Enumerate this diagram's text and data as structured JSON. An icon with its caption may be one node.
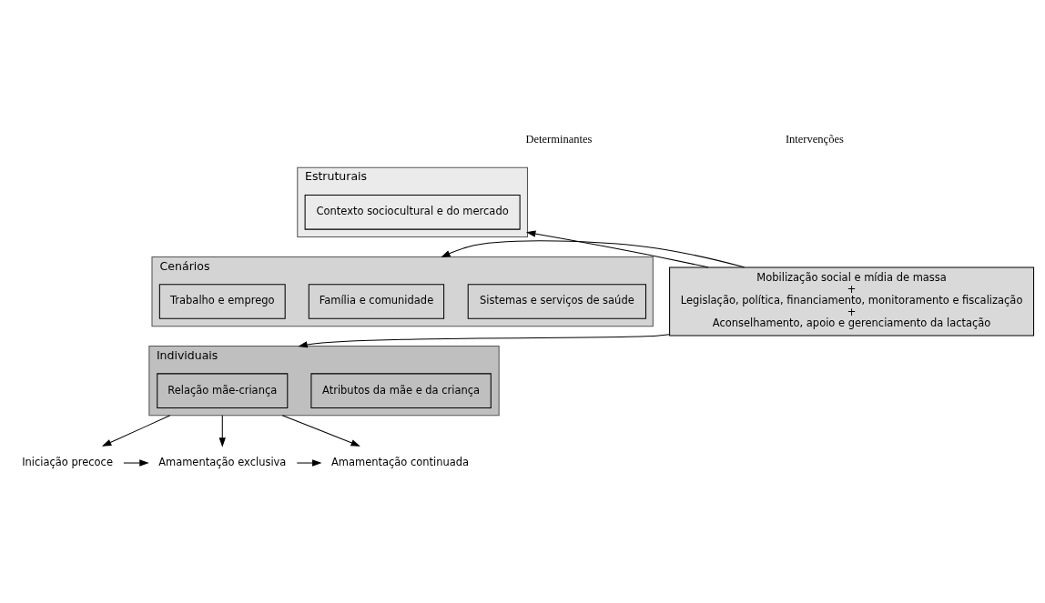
{
  "diagram": {
    "nodes": [
      {
        "text": [
          "Estruturais"
        ]
      },
      {
        "text": [
          "Contexto sociocultural e do mercado"
        ],
        "in": 0
      },
      {
        "text": [
          "Cenários"
        ]
      },
      {
        "text": [
          "Sistemas e serviços de saúde"
        ],
        "in": 2
      },
      {
        "text": [
          "Família e comunidade"
        ],
        "in": 2
      },
      {
        "text": [
          "Trabalho e emprego"
        ],
        "in": 2
      },
      {
        "text": [
          "Individuais"
        ]
      },
      {
        "text": [
          "Atributos da mãe e da criança"
        ],
        "in": 6
      },
      {
        "text": [
          "Relação mãe-criança"
        ],
        "in": 6
      },
      {
        "text": [
          "Mobilização social e mídia de massa",
          "+",
          "Legislação, política, financiamento, monitoramento e fiscalização",
          "+",
          "Aconselhamento, apoio e gerenciamento da lactação"
        ]
      },
      {
        "text": [
          "Iniciação precoce"
        ]
      },
      {
        "text": [
          "Amamentação exclusiva"
        ]
      },
      {
        "text": [
          "Amamentação continuada"
        ]
      }
    ],
    "edges": [
      {
        "from": 9,
        "to": 0,
        "arrow": "to"
      },
      {
        "from": 9,
        "to": 2,
        "arrow": "to"
      },
      {
        "from": 9,
        "to": 6,
        "arrow": "to"
      },
      {
        "from": 6,
        "to": 10,
        "arrow": "to"
      },
      {
        "from": 6,
        "to": 11,
        "arrow": "to"
      },
      {
        "from": 6,
        "to": 12,
        "arrow": "to"
      },
      {
        "from": 10,
        "to": 11,
        "arrow": "to"
      },
      {
        "from": 11,
        "to": 12,
        "arrow": "to"
      }
    ],
    "labels": [
      "Determinantes",
      "Intervenções"
    ]
  }
}
